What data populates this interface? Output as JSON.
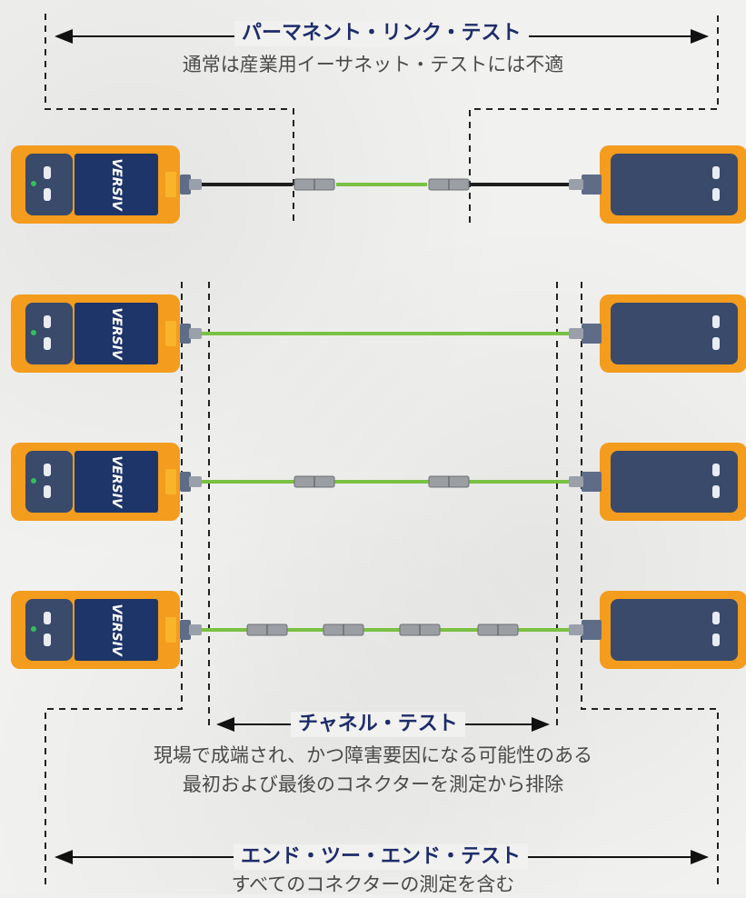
{
  "permanent_link": {
    "title": "パーマネント・リンク・テスト",
    "note": "通常は産業用イーサネット・テストには不適"
  },
  "channel": {
    "title": "チャネル・テスト",
    "note_line1": "現場で成端され、かつ障害要因になる可能性のある",
    "note_line2": "最初および最後のコネクターを測定から排除"
  },
  "end_to_end": {
    "title": "エンド・ツー・エンド・テスト",
    "note": "すべてのコネクターの測定を含む"
  },
  "device": {
    "brand": "VERSIV"
  },
  "colors": {
    "device_orange": "#f39c1e",
    "device_navy": "#3a4a6a",
    "cable_green": "#7ac143",
    "cable_black": "#1e1e1e",
    "title_blue": "#1d2c6a",
    "dash": "#222222"
  }
}
